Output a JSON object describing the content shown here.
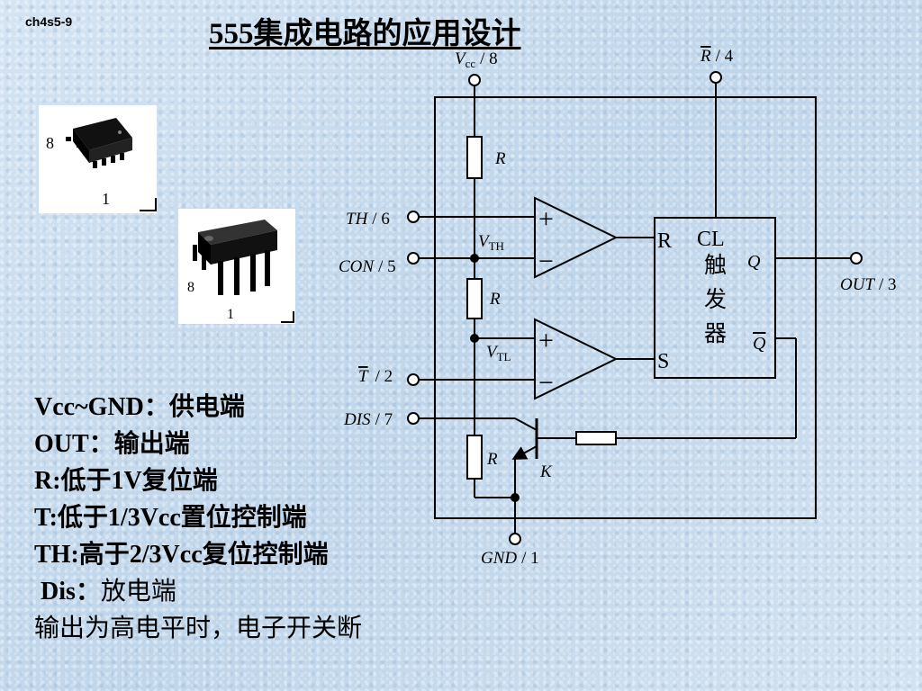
{
  "slide_id": "ch4s5-9",
  "title": "555集成电路的应用设计",
  "photos": {
    "soic": {
      "pin_high": "8",
      "pin_low": "1"
    },
    "dip": {
      "pin_high": "8",
      "pin_low": "1"
    }
  },
  "pins": {
    "vcc": {
      "sym": "V",
      "sub": "cc",
      "num": "/ 8"
    },
    "reset": {
      "sym": "R",
      "num": "/ 4"
    },
    "th": {
      "sym": "TH",
      "num": "/ 6"
    },
    "con": {
      "sym": "CON",
      "num": "/ 5"
    },
    "trig": {
      "sym": "T",
      "num": "/ 2"
    },
    "dis": {
      "sym": "DIS",
      "num": "/ 7"
    },
    "gnd": {
      "sym": "GND",
      "num": "/ 1"
    },
    "out": {
      "sym": "OUT",
      "num": "/ 3"
    }
  },
  "components": {
    "resistor": "R",
    "vth": {
      "sym": "V",
      "sub": "TH"
    },
    "vtl": {
      "sym": "V",
      "sub": "TL"
    },
    "switch": "K",
    "plus": "+",
    "minus": "−"
  },
  "flipflop": {
    "r": "R",
    "s": "S",
    "cl": "CL",
    "chars": [
      "触",
      "发",
      "器"
    ],
    "q": "Q",
    "qbar": "Q"
  },
  "notes": [
    {
      "label": "Vcc~GND：",
      "desc": "供电端"
    },
    {
      "label": "OUT：",
      "desc": "输出端"
    },
    {
      "label": "R:",
      "desc": "低于1V复位端"
    },
    {
      "label": "T:",
      "desc": "低于1/3Vcc置位控制端"
    },
    {
      "label": "TH:",
      "desc": "高于2/3Vcc复位控制端"
    },
    {
      "label": " Dis：",
      "desc": "放电端"
    },
    {
      "label": "",
      "desc": "输出为高电平时，电子开关断"
    }
  ]
}
